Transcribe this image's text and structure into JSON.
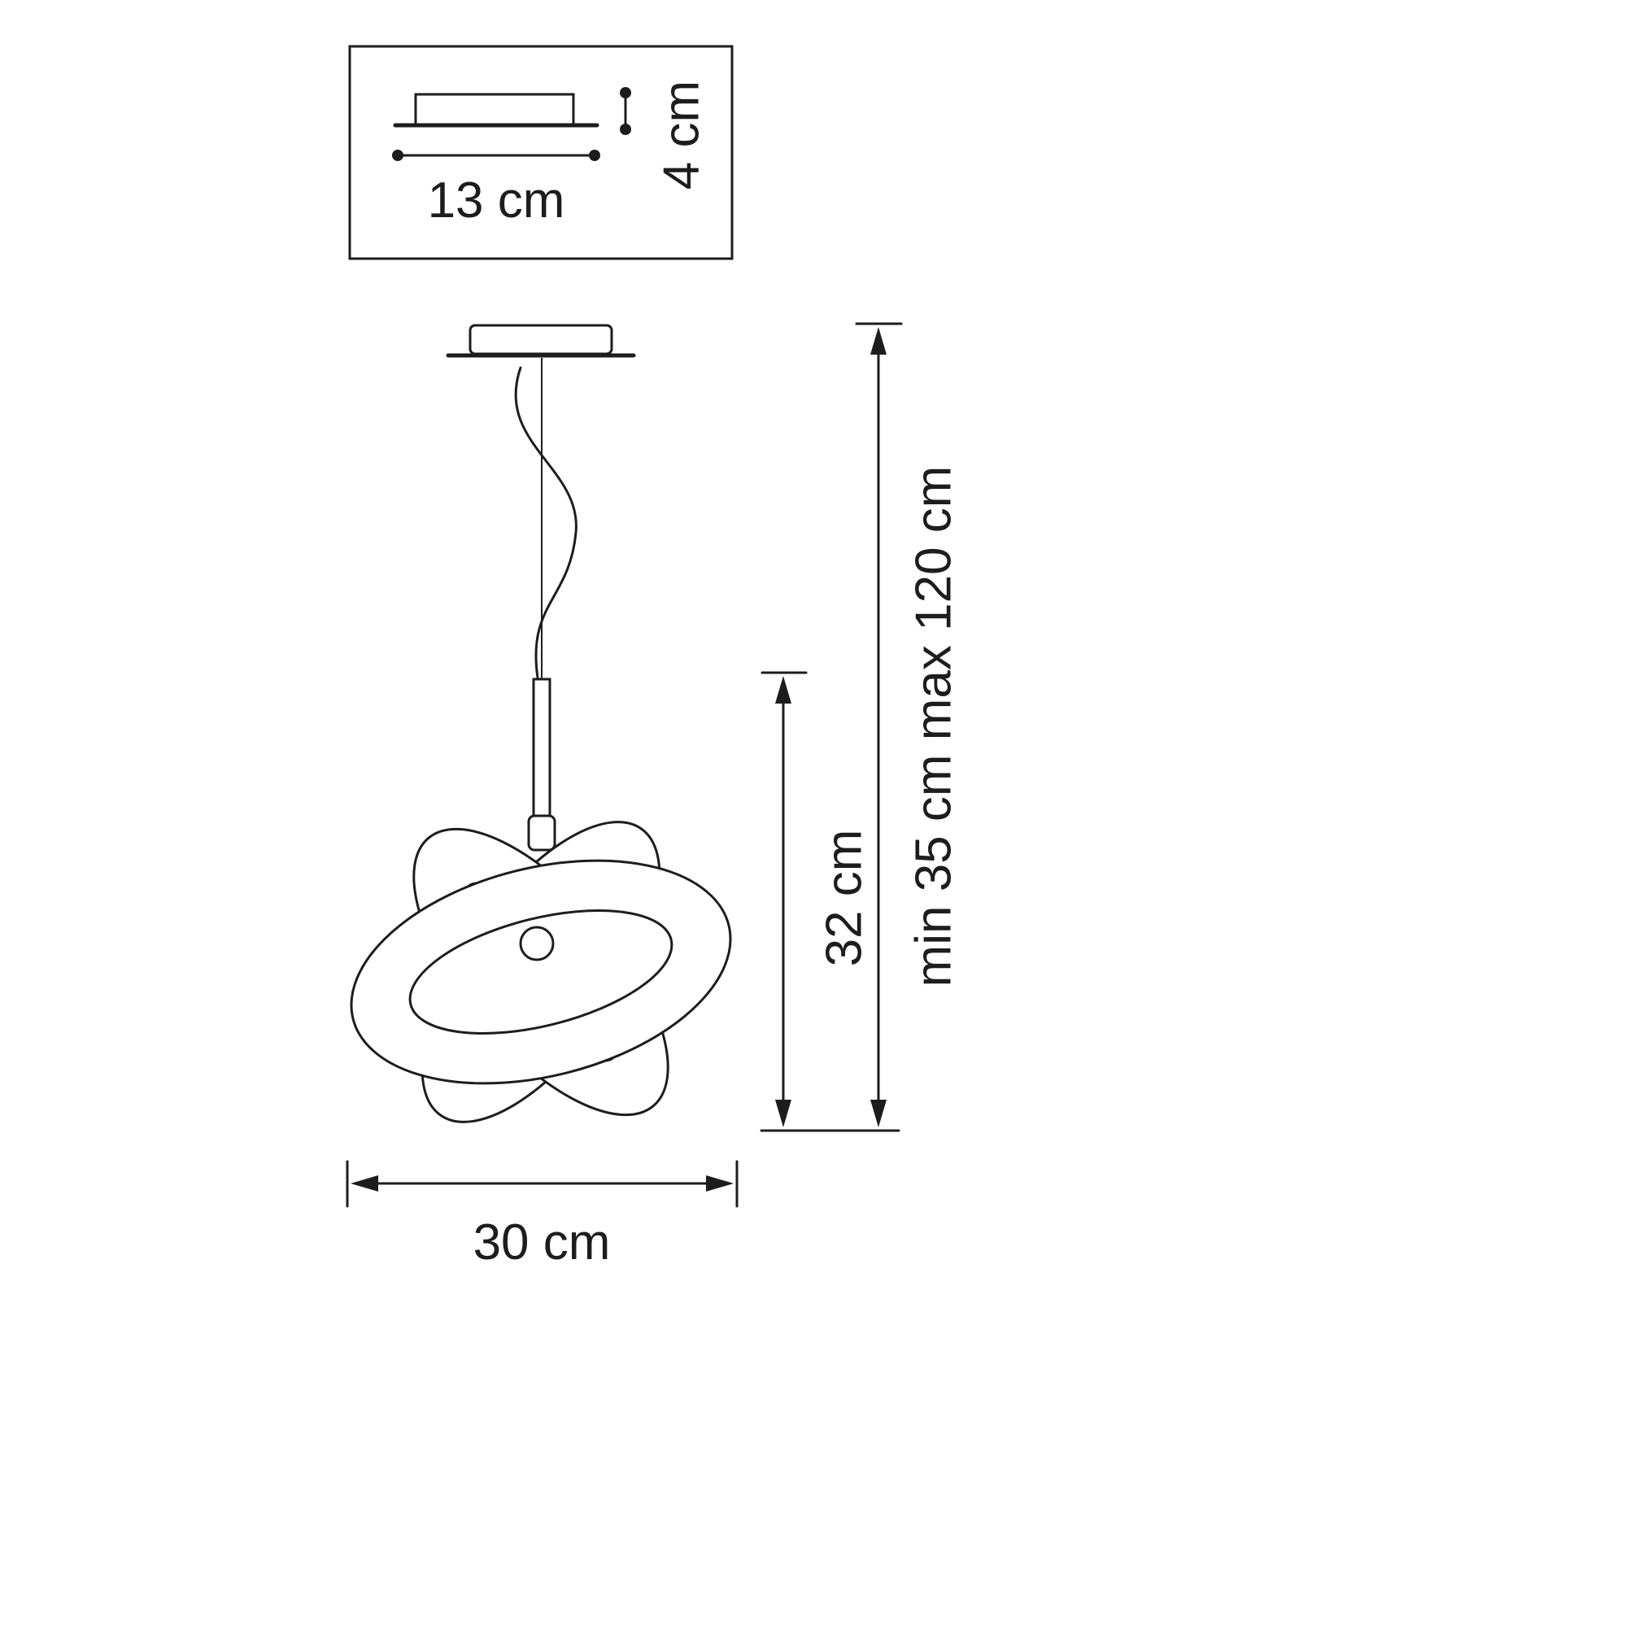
{
  "diagram": {
    "kind": "pendant-lamp-dimension-drawing",
    "labels": {
      "canopy_width": "13 cm",
      "canopy_height": "4 cm",
      "shade_height": "32 cm",
      "suspension_range": "min 35 cm max 120 cm",
      "shade_width": "30 cm"
    },
    "colors": {
      "line": "#1d1d1b",
      "background": "#ffffff"
    }
  }
}
